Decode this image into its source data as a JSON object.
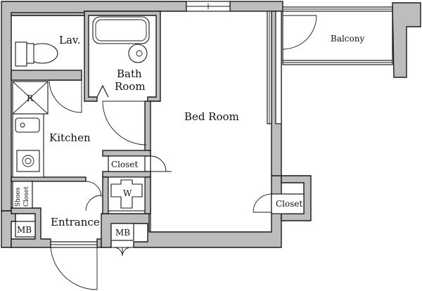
{
  "plan": {
    "rooms": {
      "lavatory": "Lav.",
      "bath_line1": "Bath",
      "bath_line2": "Room",
      "bedroom": "Bed Room",
      "kitchen": "Kitchen",
      "balcony": "Balcony",
      "entrance": "Entrance"
    },
    "storage": {
      "closet_main": "Closet",
      "closet_bedroom": "Closet",
      "shoes_line1": "Shoes",
      "shoes_line2": "Closet",
      "mb_left": "MB",
      "mb_entrance": "MB"
    },
    "appliances": {
      "refrigerator": "R",
      "washer": "W"
    }
  }
}
